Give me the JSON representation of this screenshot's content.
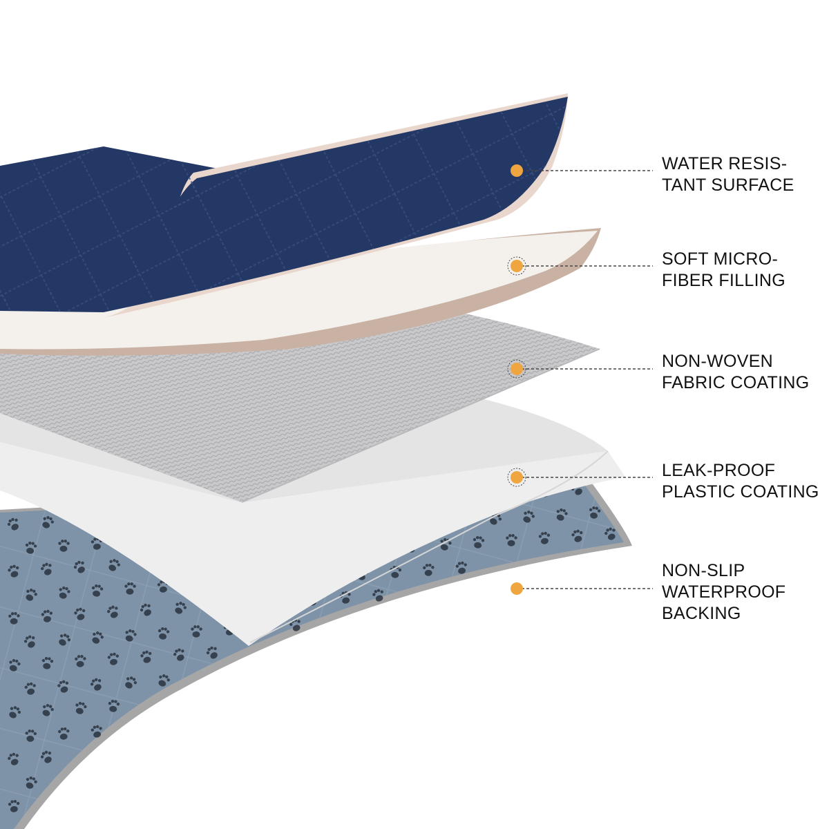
{
  "layers": [
    {
      "id": "surface",
      "label_lines": [
        "WATER RESIS-",
        "TANT SURFACE"
      ]
    },
    {
      "id": "filling",
      "label_lines": [
        "SOFT MICRO-",
        "FIBER FILLING"
      ]
    },
    {
      "id": "fabric",
      "label_lines": [
        "NON-WOVEN",
        "FABRIC COATING"
      ]
    },
    {
      "id": "plastic",
      "label_lines": [
        "LEAK-PROOF",
        "PLASTIC COATING"
      ]
    },
    {
      "id": "backing",
      "label_lines": [
        "NON-SLIP",
        "WATERPROOF",
        "BACKING"
      ]
    }
  ],
  "colors": {
    "navy": "#243865",
    "navy_edge": "#e9d6cc",
    "filling": "#f4f1ed",
    "filling_edge": "#c9b2a4",
    "fabric": "#c8c8ca",
    "plastic": "#eeeeee",
    "backing": "#7f93a8",
    "backing_edge": "#a6a6a6",
    "paw": "#2a3340",
    "marker": "#f0a640",
    "leader": "#444444"
  }
}
